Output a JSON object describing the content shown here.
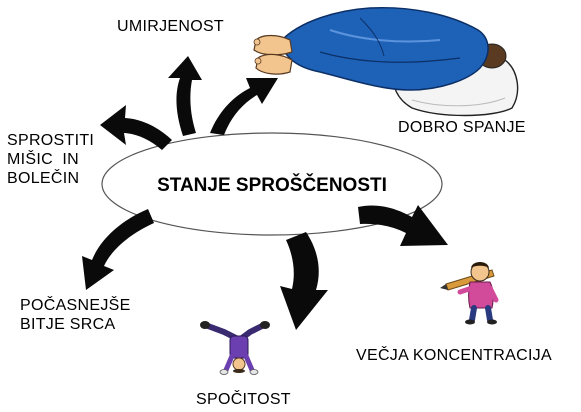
{
  "center": {
    "label": "STANJE SPROŠČENOSTI"
  },
  "outcomes": {
    "umirjenost": "UMIRJENOST",
    "dobro_spanje": "DOBRO SPANJE",
    "sprostitev": [
      "SPROSTITI",
      "MIŠIC  IN",
      "BOLEČIN"
    ],
    "srce": [
      "POČASNEJŠE",
      "BITJE SRCA"
    ],
    "spocitost": "SPOČITOST",
    "koncentracija": "VEČJA KONCENTRACIJA"
  },
  "colors": {
    "arrow": "#0a0a0a",
    "blanket": "#1e62b8",
    "pillow": "#f4f4f4",
    "skin": "#f2c48e"
  },
  "icons": [
    "sleeping-person-icon",
    "handstand-person-icon",
    "person-with-pencil-icon"
  ]
}
